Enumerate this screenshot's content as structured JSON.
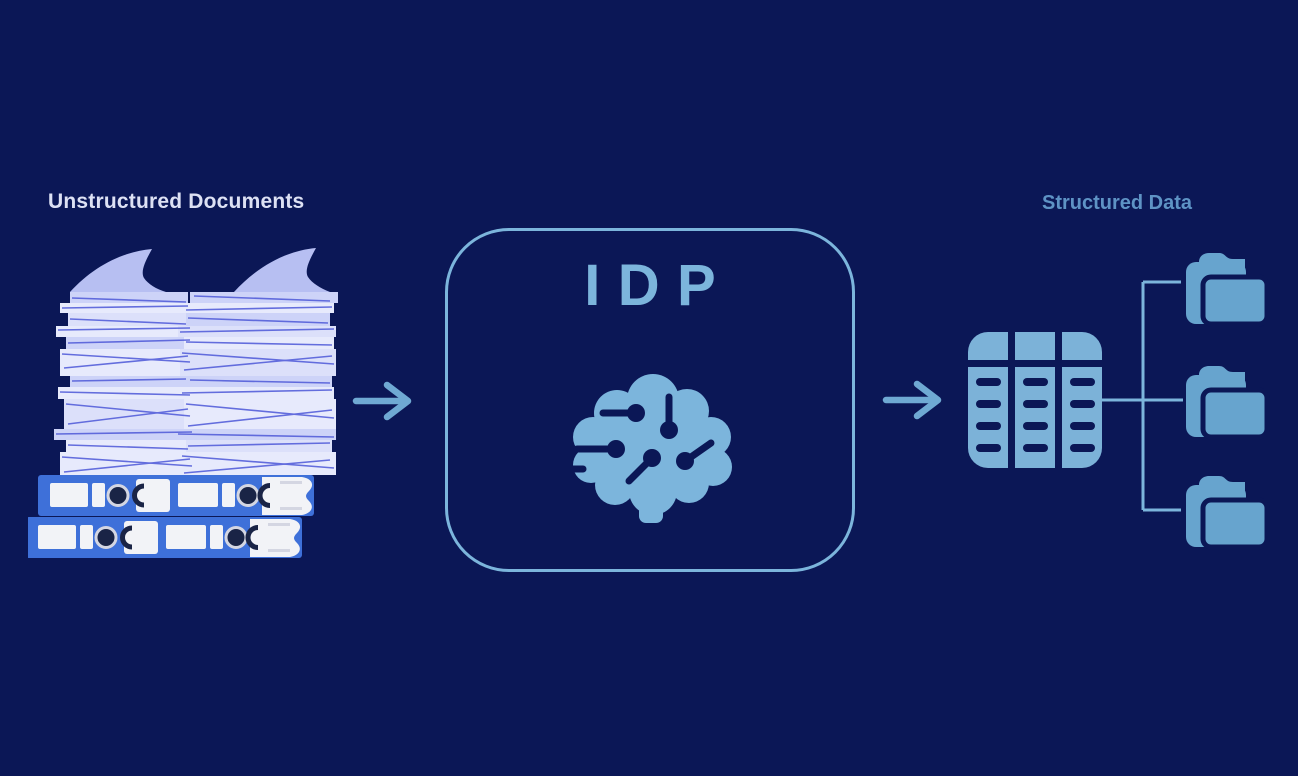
{
  "labels": {
    "left": "Unstructured Documents",
    "right": "Structured Data"
  },
  "idp_box": {
    "title": "IDP",
    "icon": "brain-circuit-icon"
  },
  "flow": {
    "sequence": [
      "Unstructured Documents",
      "IDP",
      "Structured Data"
    ],
    "arrow_count": 2,
    "output_folder_count": 3,
    "table_columns": 3,
    "table_rows_per_column": 4
  },
  "icons": [
    {
      "name": "document-stack-icon",
      "depicts": "pile of papers with page curls and ring binders"
    },
    {
      "name": "arrow-right-icon",
      "depicts": "flow direction arrow"
    },
    {
      "name": "brain-circuit-icon",
      "depicts": "AI brain with circuit nodes"
    },
    {
      "name": "data-table-icon",
      "depicts": "three-column data table"
    },
    {
      "name": "folder-icon",
      "depicts": "output folder"
    }
  ],
  "colors": {
    "background": "#0B1756",
    "accent": "#7CB5DC",
    "arrow": "#6FA9D3",
    "folder": "#67A4CE",
    "table": "#7CB2D8",
    "right_label": "#5E93C5",
    "left_label": "#DDE1F4",
    "paper_light": "#E7EAFC",
    "paper_mid": "#CDD3F8",
    "paper_pale": "#DCE0FA",
    "paper_curl": "#B7BFF2",
    "paper_line": "#4D58D8",
    "binder_blue": "#3E70D9",
    "binder_dark": "#1A2446",
    "binder_white": "#F2F3F7"
  }
}
